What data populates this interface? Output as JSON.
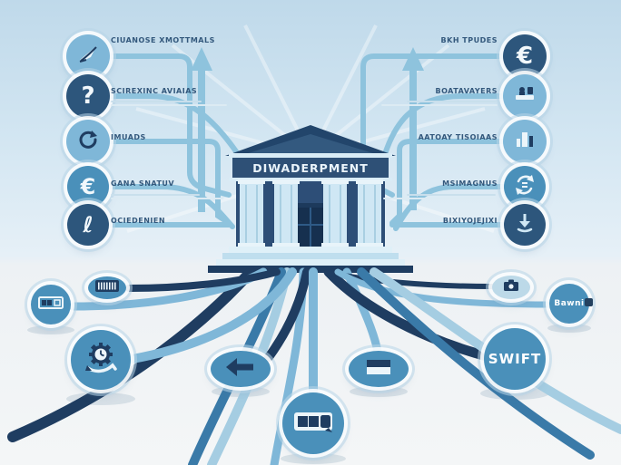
{
  "building": {
    "name_plate": "DIWADERPMENT"
  },
  "left_items": [
    {
      "label": "CIUANOSE XMOTTMALS",
      "icon": "signature-icon"
    },
    {
      "label": "SCIREXINC AVIAIAS",
      "icon": "question-mark-icon"
    },
    {
      "label": "IMUADS",
      "icon": "refresh-icon"
    },
    {
      "label": "GANA SNATUV",
      "icon": "euro-icon"
    },
    {
      "label": "OCIEDENIEN",
      "icon": "letter-l-icon"
    }
  ],
  "right_items": [
    {
      "label": "BKH TPUDES",
      "icon": "euro-icon"
    },
    {
      "label": "BOATAVAYERS",
      "icon": "teller-icon"
    },
    {
      "label": "AATOAY TISOIAAS",
      "icon": "bar-chart-icon"
    },
    {
      "label": "MSIMAGNUS",
      "icon": "exchange-icon"
    },
    {
      "label": "BIXIYOJEJIXI",
      "icon": "download-icon"
    }
  ],
  "glyphs": {
    "question": "?",
    "euro": "€",
    "ell": "ℓ"
  },
  "bottom_nodes": {
    "swift": "SWIFT",
    "bank": "Bawni"
  },
  "colors": {
    "navy": "#1f3d61",
    "medium_blue": "#3a7aa8",
    "light_blue": "#7fb7d8",
    "pale_blue": "#a5cde2",
    "circle_medium": "#4a90ba",
    "circle_navy": "#2d567c",
    "label_text": "#33587c",
    "building_wall": "#2d4e77"
  }
}
